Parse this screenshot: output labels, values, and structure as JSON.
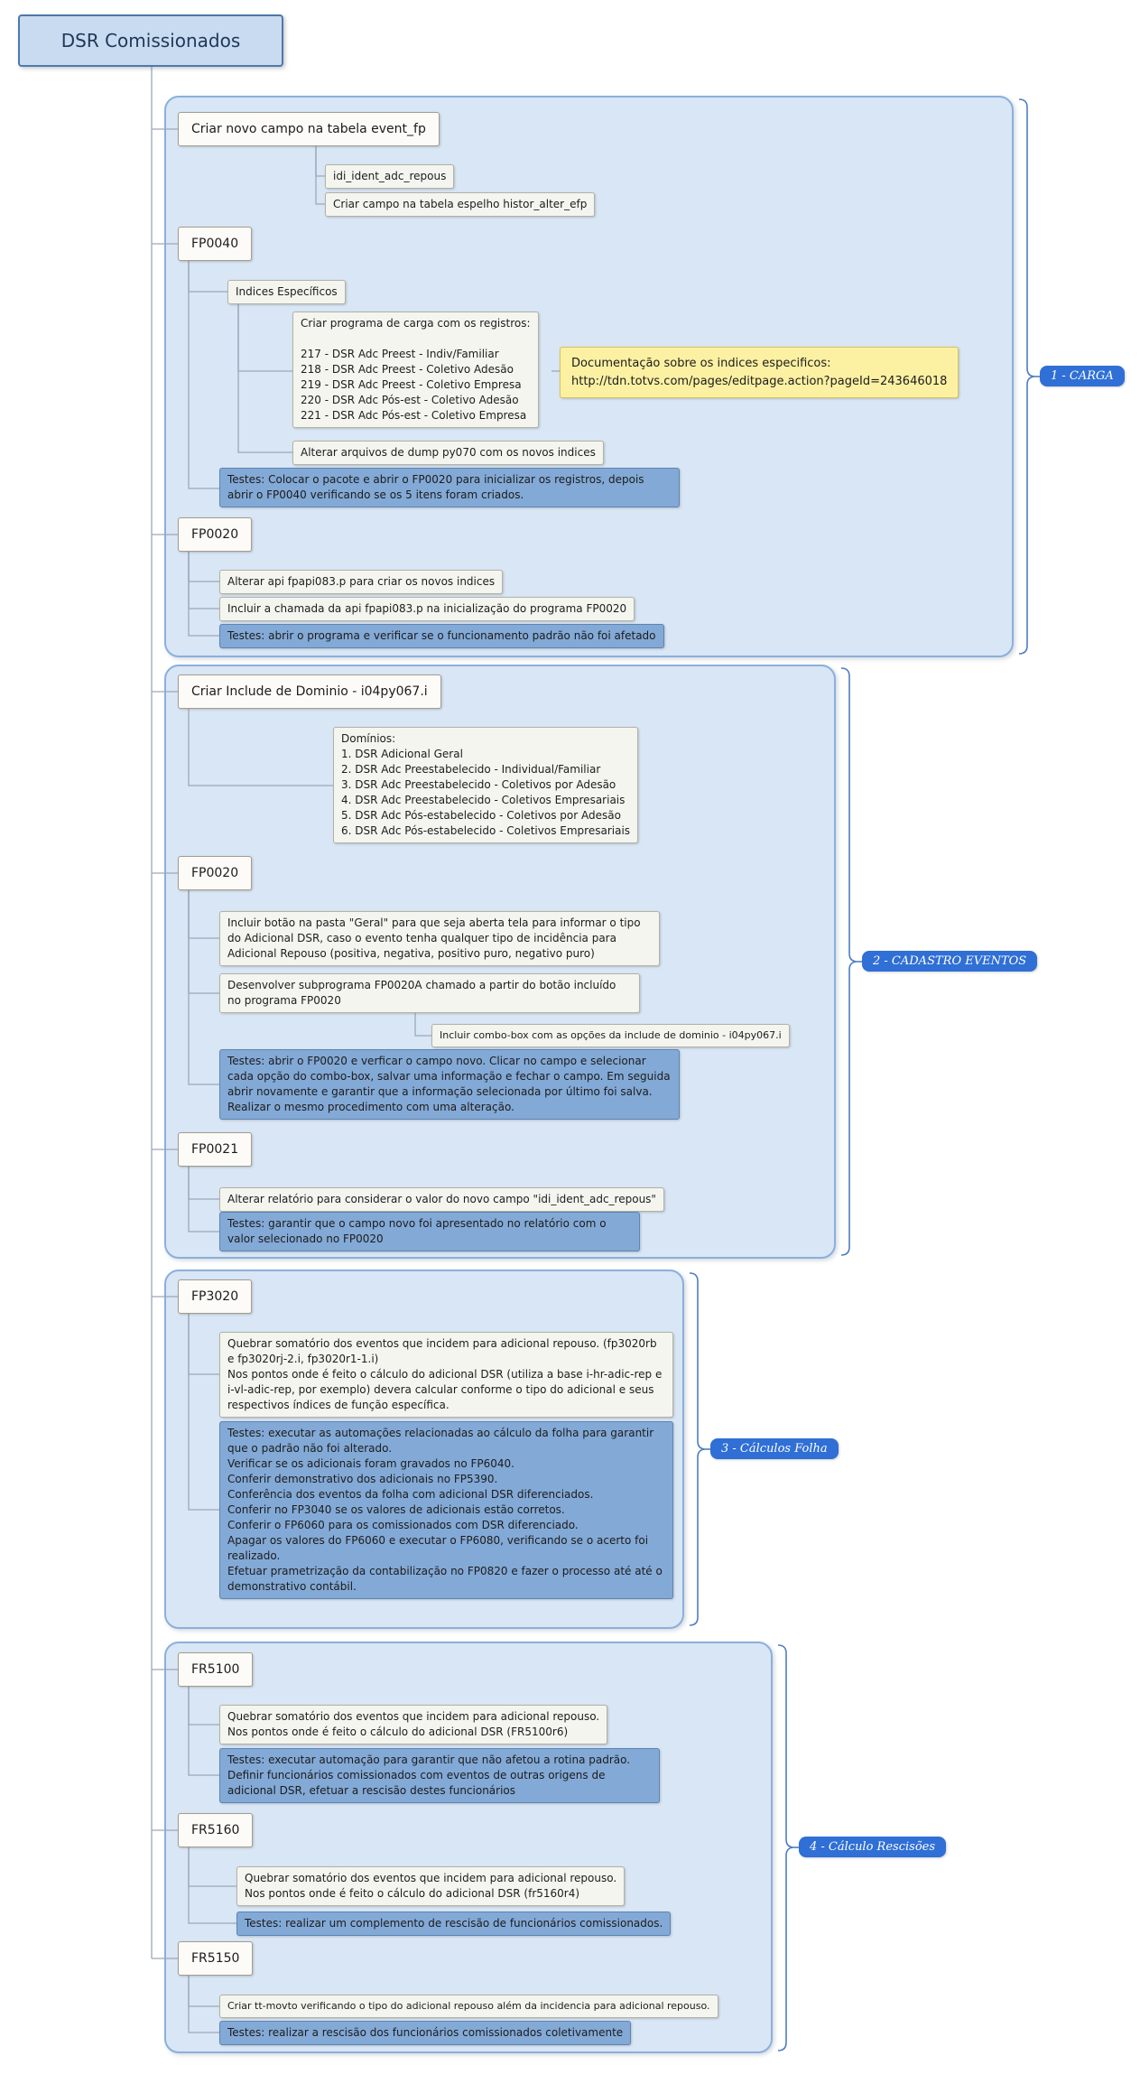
{
  "root": {
    "label": "DSR Comissionados"
  },
  "colors": {
    "group_fill": "#d9e6f5",
    "group_border": "#8ab0dc",
    "test_fill": "#83a9d6",
    "note_fill": "#fcf0a2",
    "badge_fill": "#2f6fd6"
  },
  "groups": [
    {
      "badge": "1 - CARGA",
      "topic_event": "Criar novo campo na tabela event_fp",
      "field": "idi_ident_adc_repous",
      "mirror": "Criar campo na tabela espelho histor_alter_efp",
      "fp0040": "FP0040",
      "indices": "Indices Específicos",
      "carga": "Criar programa de carga com os registros:\n\n217 - DSR Adc Preest - Indiv/Familiar\n218 - DSR Adc Preest - Coletivo Adesão\n219 - DSR Adc Preest - Coletivo Empresa\n220 - DSR Adc Pós-est - Coletivo Adesão\n221 - DSR Adc Pós-est - Coletivo Empresa",
      "note": "Documentação sobre os indices especificos:\nhttp://tdn.totvs.com/pages/editpage.action?pageId=243646018",
      "dump": "Alterar arquivos de dump py070 com os novos indices",
      "testes_fp0040": "Testes: Colocar o pacote e abrir o FP0020 para inicializar os registros, depois abrir o FP0040  verificando se os 5 itens foram criados.",
      "fp0020": "FP0020",
      "api": "Alterar api fpapi083.p para criar os novos indices",
      "chamada": "Incluir a chamada da api fpapi083.p na inicialização do programa FP0020",
      "testes_fp0020": "Testes: abrir o programa e verificar se o funcionamento padrão não foi afetado"
    },
    {
      "badge": "2 - CADASTRO EVENTOS",
      "topic_include": "Criar Include de Dominio - i04py067.i",
      "dominios": "Domínios:\n1. DSR Adicional Geral\n2. DSR Adc Preestabelecido - Individual/Familiar\n3. DSR Adc Preestabelecido - Coletivos por Adesão\n4. DSR Adc Preestabelecido - Coletivos Empresariais\n5. DSR Adc Pós-estabelecido - Coletivos por Adesão\n6. DSR Adc Pós-estabelecido - Coletivos Empresariais",
      "fp0020": "FP0020",
      "botao": "Incluir botão na pasta \"Geral\" para que seja aberta tela para informar o tipo do Adicional DSR, caso o evento tenha qualquer tipo de incidência para Adicional Repouso (positiva, negativa, positivo puro, negativo puro)",
      "subprograma": "Desenvolver subprograma FP0020A chamado a partir do botão incluído no programa FP0020",
      "combo": "Incluir combo-box com as opções da include de dominio - i04py067.i",
      "testes_fp0020": "Testes: abrir o  FP0020 e verficar o campo novo. Clicar no campo e selecionar cada opção do combo-box, salvar uma informação e fechar o campo. Em seguida abrir novamente e garantir que a informação selecionada por último foi salva. Realizar o mesmo procedimento com uma alteração.",
      "fp0021": "FP0021",
      "relatorio": "Alterar relatório para considerar o valor do novo campo \"idi_ident_adc_repous\"",
      "testes_fp0021": "Testes: garantir que o campo novo foi apresentado no relatório com o valor selecionado no FP0020"
    },
    {
      "badge": "3 - Cálculos Folha",
      "fp3020": "FP3020",
      "quebrar": "Quebrar somatório dos eventos que incidem para adicional repouso. (fp3020rb e fp3020rj-2.i, fp3020r1-1.i)\nNos pontos onde é feito o cálculo do adicional DSR (utiliza a base i-hr-adic-rep e i-vl-adic-rep, por exemplo) devera calcular conforme o tipo do adicional e seus respectivos índices de função específica.",
      "testes": "Testes: executar as automações relacionadas ao cálculo da folha para garantir que o padrão não foi alterado.\nVerificar se os adicionais foram gravados no FP6040.\nConferir demonstrativo dos adicionais no FP5390.\nConferência dos eventos da folha com adicional DSR diferenciados.\nConferir no FP3040 se os valores de adicionais estão corretos.\nConferir o FP6060 para os comissionados com DSR diferenciado.\nApagar os valores do FP6060 e executar o FP6080, verificando se o acerto foi realizado.\nEfetuar prametrização da contabilização no FP0820 e fazer o processo até até o demonstrativo contábil."
    },
    {
      "badge": "4 - Cálculo Rescisões",
      "fr5100": "FR5100",
      "quebrar_fr5100": "Quebrar somatório dos eventos que incidem para adicional repouso.\nNos pontos onde é feito o cálculo do adicional DSR (FR5100r6)",
      "testes_fr5100": "Testes: executar automação para garantir que não afetou a rotina padrão.\nDefinir funcionários comissionados com eventos de outras origens de adicional DSR, efetuar a rescisão destes funcionários",
      "fr5160": "FR5160",
      "quebrar_fr5160": "Quebrar somatório dos eventos que incidem para adicional repouso.\nNos pontos onde é feito o cálculo do adicional DSR (fr5160r4)",
      "testes_fr5160": "Testes: realizar um complemento de rescisão de funcionários comissionados.",
      "fr5150": "FR5150",
      "tt_movto": "Criar tt-movto verificando o tipo do adicional repouso além da incidencia para adicional repouso.",
      "testes_fr5150": "Testes: realizar a rescisão dos funcionários comissionados coletivamente"
    }
  ]
}
